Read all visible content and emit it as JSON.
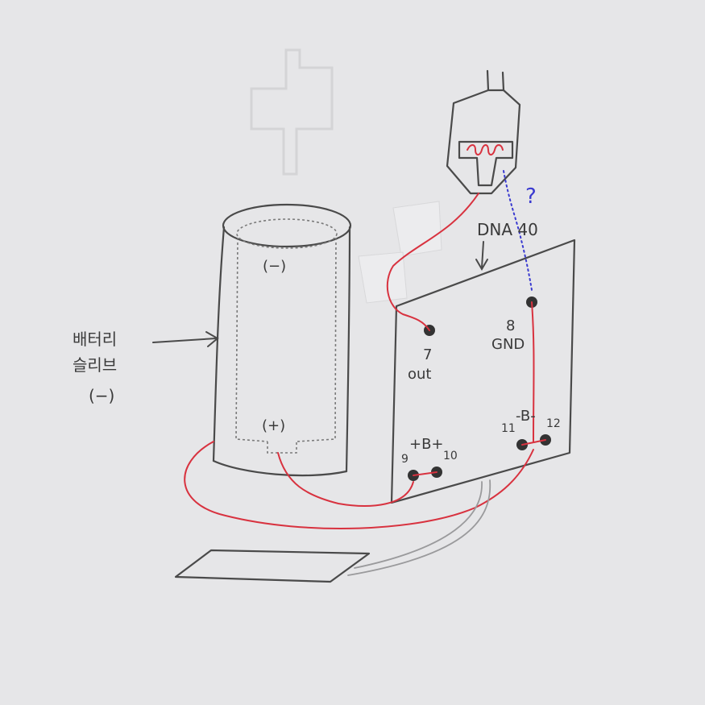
{
  "labels": {
    "battery_sleeve_line1": "배터리",
    "battery_sleeve_line2": "슬리브",
    "battery_sleeve_polarity": "(−)",
    "battery_top": "(−)",
    "battery_bottom": "(+)",
    "chip_name": "DNA 40",
    "unknown_mark": "?",
    "pin7_num": "7",
    "pin7_name": "out",
    "pin8_num": "8",
    "pin8_name": "GND",
    "b_plus": "+B+",
    "pin9": "9",
    "pin10": "10",
    "b_minus": "-B-",
    "pin11": "11",
    "pin12": "12"
  },
  "colors": {
    "paper": "#e6e6e8",
    "pencil": "#4a4a4a",
    "red_wire": "#d8323f",
    "blue_dots": "#3a3ad0"
  }
}
